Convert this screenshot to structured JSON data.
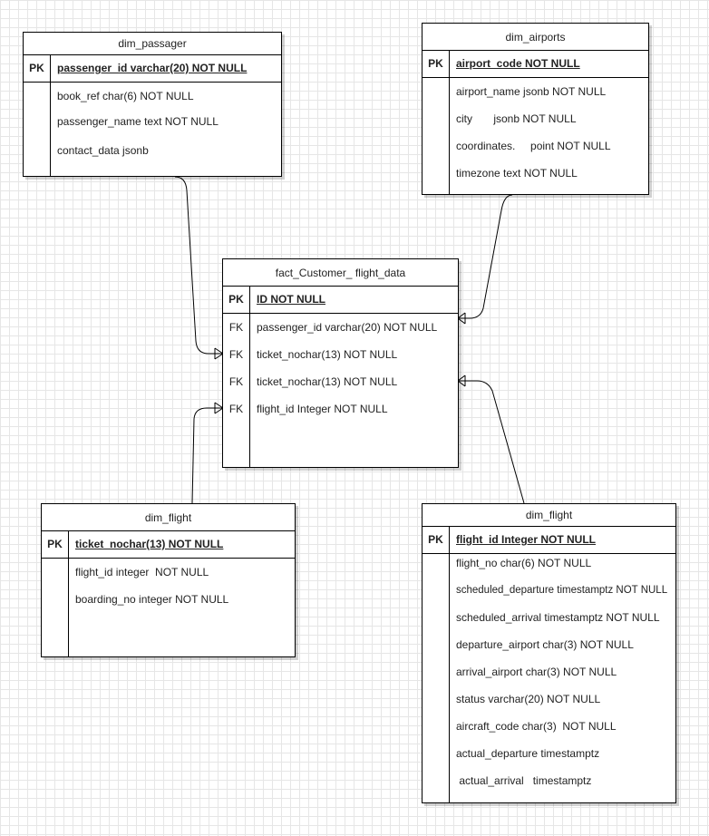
{
  "tables": {
    "dim_passager": {
      "title": "dim_passager",
      "pk": {
        "key": "PK",
        "text": "passenger_id varchar(20) NOT NULL"
      },
      "rows": [
        {
          "key": "",
          "text": "book_ref  char(6) NOT NULL"
        },
        {
          "key": "",
          "text": "passenger_name text NOT NULL"
        },
        {
          "key": "",
          "text": "contact_data jsonb"
        }
      ]
    },
    "dim_airports": {
      "title": "dim_airports",
      "pk": {
        "key": "PK",
        "text": "airport_code NOT NULL"
      },
      "rows": [
        {
          "key": "",
          "text": "airport_name jsonb NOT NULL"
        },
        {
          "key": "",
          "text": "city       jsonb NOT NULL"
        },
        {
          "key": "",
          "text": "coordinates.     point NOT NULL"
        },
        {
          "key": "",
          "text": "timezone text NOT NULL"
        }
      ]
    },
    "fact": {
      "title": "fact_Customer_ flight_data",
      "pk": {
        "key": "PK",
        "text": "ID NOT NULL"
      },
      "rows": [
        {
          "key": "FK",
          "text": "passenger_id varchar(20) NOT NULL"
        },
        {
          "key": "FK",
          "text": "ticket_nochar(13) NOT NULL"
        },
        {
          "key": "FK",
          "text": "ticket_nochar(13) NOT NULL"
        },
        {
          "key": "FK",
          "text": "flight_id Integer NOT NULL"
        }
      ]
    },
    "dim_flight_left": {
      "title": "dim_flight",
      "pk": {
        "key": "PK",
        "text": "ticket_nochar(13) NOT NULL"
      },
      "rows": [
        {
          "key": "",
          "text": "flight_id integer  NOT NULL"
        },
        {
          "key": "",
          "text": "boarding_no integer NOT NULL"
        }
      ]
    },
    "dim_flight_right": {
      "title": "dim_flight",
      "pk": {
        "key": "PK",
        "text": "flight_id Integer NOT NULL"
      },
      "rows": [
        {
          "key": "",
          "text": "flight_no char(6) NOT NULL"
        },
        {
          "key": "",
          "text": "scheduled_departure timestamptz NOT NULL"
        },
        {
          "key": "",
          "text": "scheduled_arrival timestamptz NOT NULL"
        },
        {
          "key": "",
          "text": "departure_airport char(3) NOT NULL"
        },
        {
          "key": "",
          "text": "arrival_airport char(3) NOT NULL"
        },
        {
          "key": "",
          "text": "status varchar(20) NOT NULL"
        },
        {
          "key": "",
          "text": "aircraft_code char(3)  NOT NULL"
        },
        {
          "key": "",
          "text": "actual_departure timestamptz"
        },
        {
          "key": "",
          "text": " actual_arrival   timestamptz"
        }
      ]
    }
  }
}
